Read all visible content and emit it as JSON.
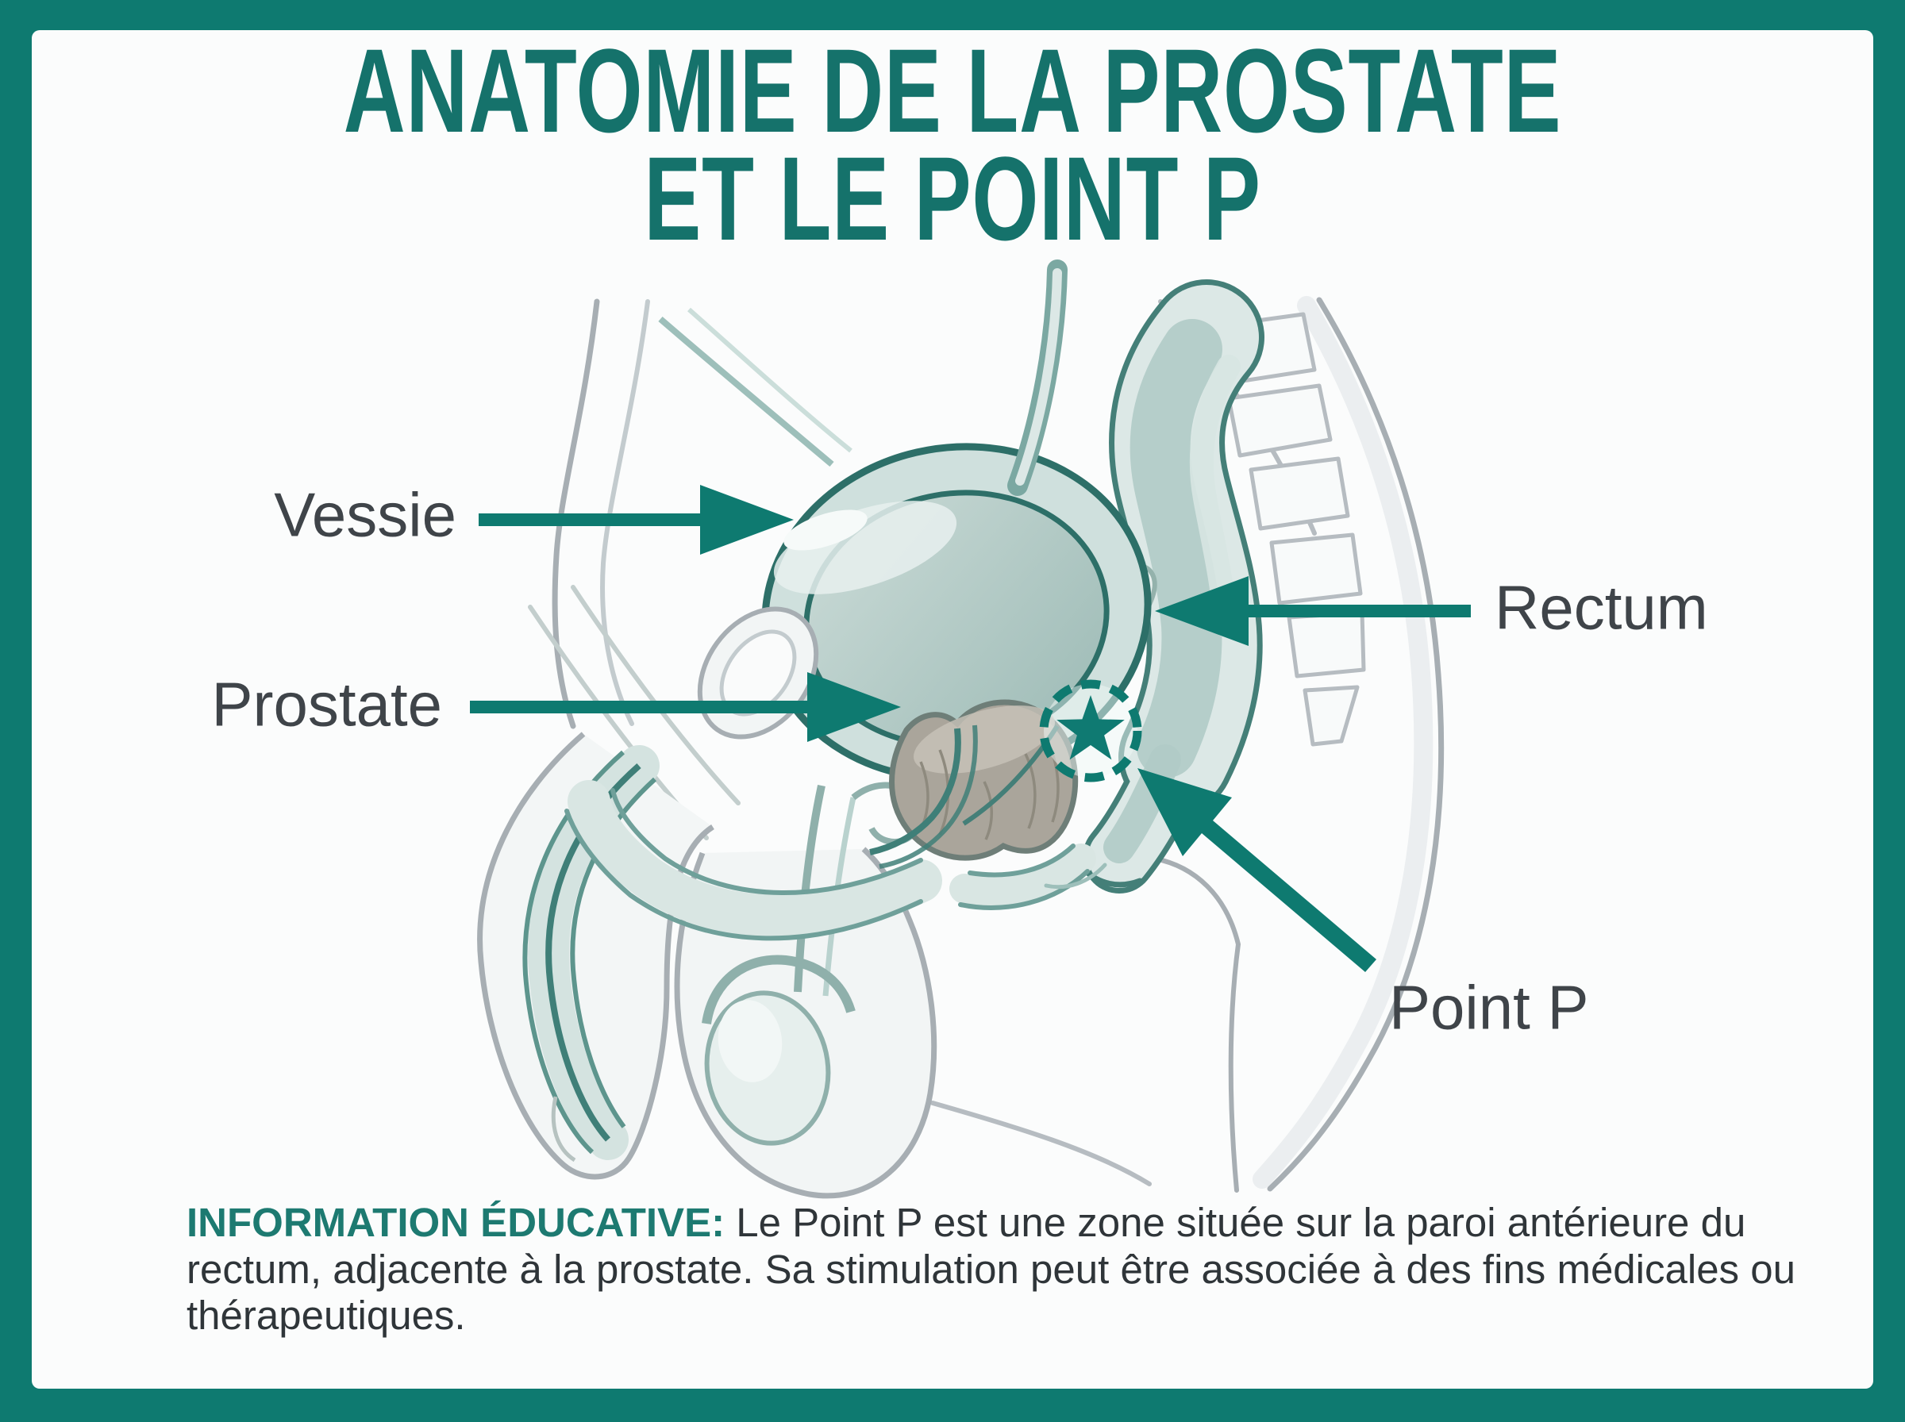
{
  "title": {
    "line1": "ANATOMIE DE LA PROSTATE",
    "line2": "ET LE POINT P"
  },
  "annotations": {
    "vessie": {
      "label": "Vessie"
    },
    "prostate": {
      "label": "Prostate"
    },
    "rectum": {
      "label": "Rectum"
    },
    "point_p": {
      "label": "Point P"
    }
  },
  "footer": {
    "lead": "INFORMATION ÉDUCATIVE:",
    "text": "Le Point P est une zone située sur la paroi antérieure du rectum, adjacente à la prostate. Sa stimulation peut être associée à des fins médicales ou thérapeutiques."
  },
  "icons": {
    "point_p_marker": "star-in-dashed-circle"
  },
  "colors": {
    "frame": "#0e7a70",
    "card_background": "#fbfcfc",
    "title": "#15726b",
    "accent_arrow": "#0e7a70",
    "label_text": "#3f4449",
    "footer_lead": "#1d7a71",
    "footer_text": "#2f3539",
    "illustration_teal_dark": "#447f78",
    "illustration_teal_light": "#dce8e6",
    "prostate_gray": "#aaa59b"
  }
}
